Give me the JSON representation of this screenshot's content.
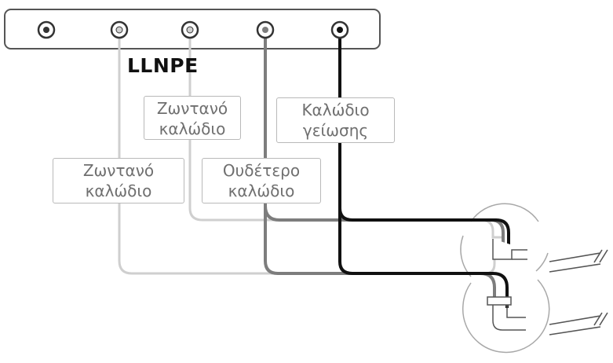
{
  "title": "LLNPE",
  "labels": {
    "live_upper": {
      "line1": "Ζωντανό",
      "line2": "καλώδιο"
    },
    "live_lower": {
      "line1": "Ζωντανό",
      "line2": "καλώδιο"
    },
    "neutral": {
      "line1": "Ουδέτερο",
      "line2": "καλώδιο"
    },
    "earth": {
      "line1": "Καλώδιο",
      "line2": "γείωσης"
    }
  },
  "colors": {
    "live_wire": "#c8c8c8",
    "neutral_wire": "#7d7d7d",
    "earth_wire": "#111111",
    "outline": "#555555"
  },
  "icons": [
    "terminal-icon",
    "socket-icon",
    "wire-break-icon"
  ]
}
